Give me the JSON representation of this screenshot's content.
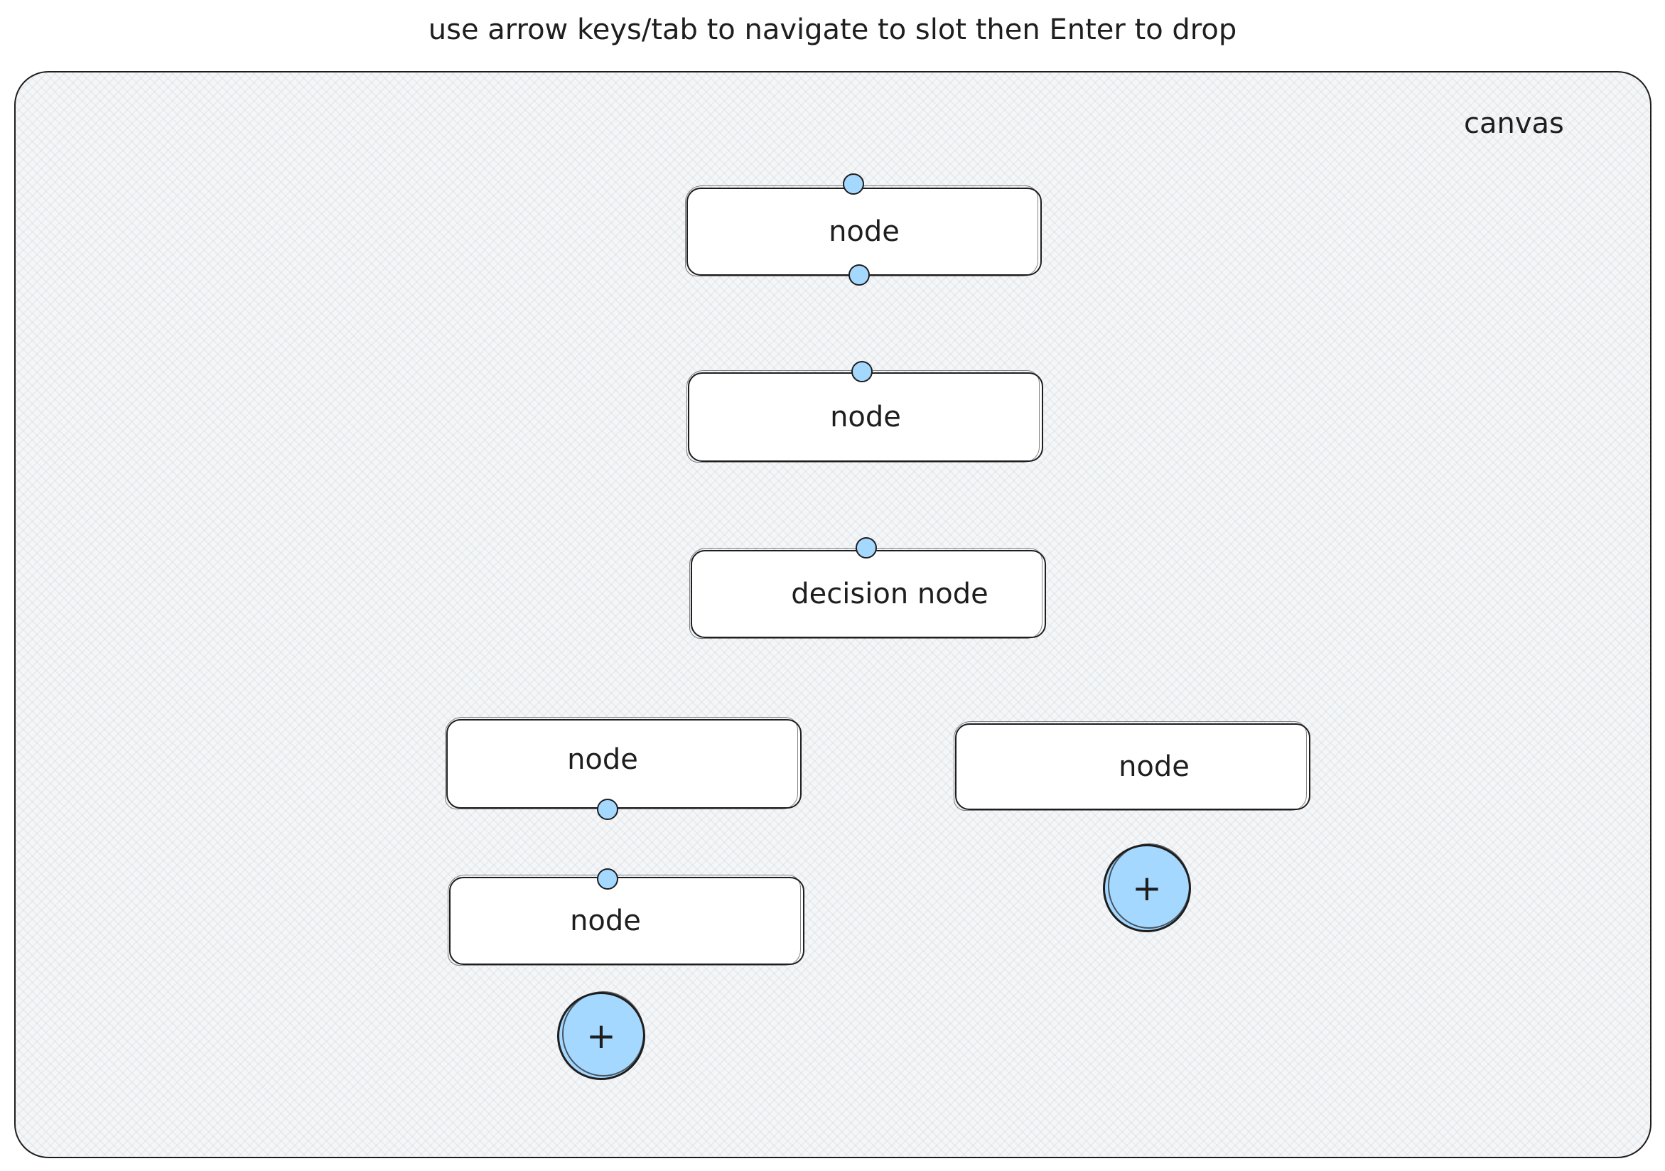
{
  "instruction": "use arrow keys/tab to navigate to slot then Enter to drop",
  "canvas": {
    "label": "canvas"
  },
  "nodes": [
    {
      "label": "node"
    },
    {
      "label": "node"
    },
    {
      "label": "decision node"
    },
    {
      "label": "node"
    },
    {
      "label": "node"
    },
    {
      "label": "node"
    }
  ],
  "add_slots": [
    {
      "symbol": "+"
    },
    {
      "symbol": "+"
    }
  ],
  "colors": {
    "handle": "#a5d8ff",
    "stroke": "#1e1e1e",
    "canvas_fill": "#f4f6f8",
    "node_fill": "#ffffff"
  }
}
